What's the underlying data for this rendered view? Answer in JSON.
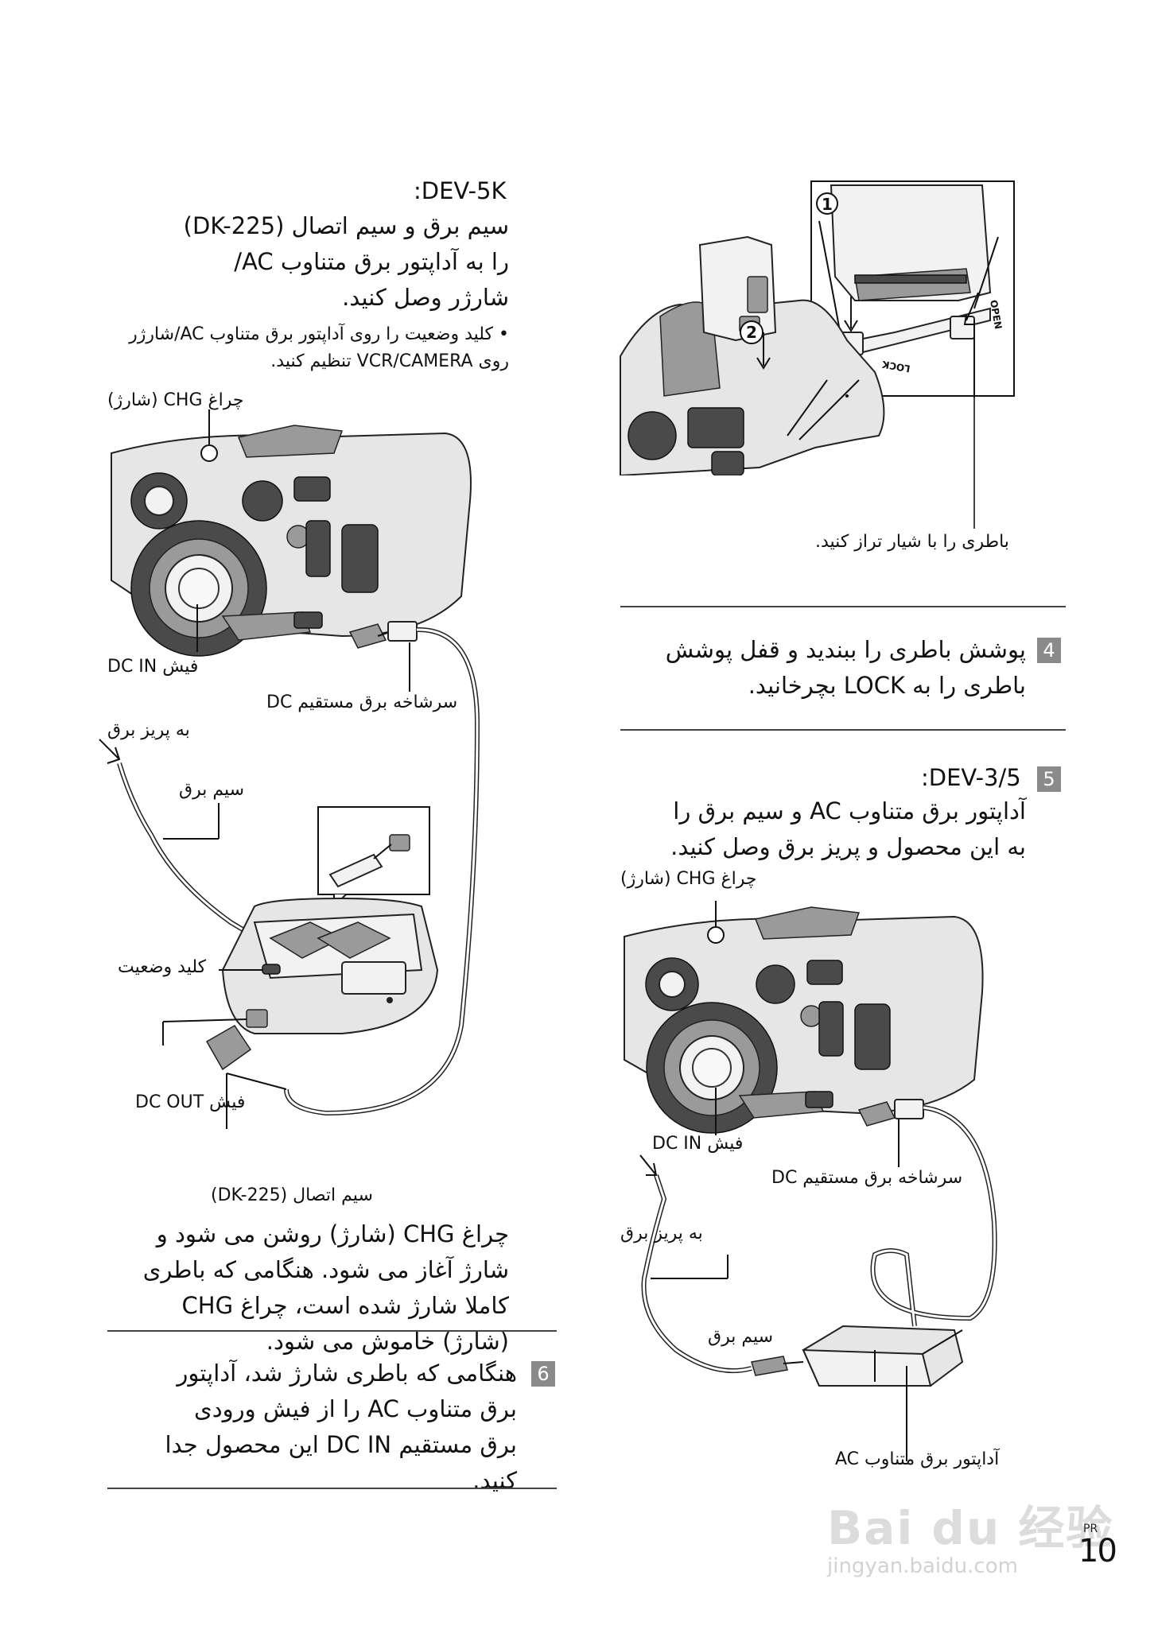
{
  "left_column": {
    "model_heading": ":DEV-5K",
    "para1": "سیم برق و سیم اتصال (DK-225) را به آداپتور برق متناوب AC/شارژر وصل کنید.",
    "bullet": "کلید وضعیت را روی آداپتور برق متناوب AC/شارژر روی VCR/CAMERA تنظیم کنید.",
    "labels": {
      "chg_lamp": "چراغ CHG (شارژ)",
      "dc_in_jack": "فیش DC IN",
      "dc_plug": "سرشاخه برق مستقیم DC",
      "to_outlet": "به پریز برق",
      "power_cord": "سیم برق",
      "mode_switch": "کلید وضعیت",
      "dc_out_jack": "فیش DC OUT",
      "connecting_cable": "سیم اتصال (DK-225)"
    },
    "para2": "چراغ CHG (شارژ) روشن می شود و شارژ آغاز می شود. هنگامی که باطری کاملا شارژ شده است، چراغ CHG (شارژ) خاموش می شود.",
    "step6_number": "6",
    "step6_text": "هنگامی که باطری شارژ شد، آداپتور برق متناوب AC را از فیش ورودی برق مستقیم DC IN این محصول جدا کنید."
  },
  "right_column": {
    "battery_label": "باطری را با شیار تراز کنید.",
    "callout_1": "1",
    "callout_2": "2",
    "open_label": "OPEN",
    "lock_label": "LOCK",
    "step4_number": "4",
    "step4_text": "پوشش باطری را ببندید و قفل پوشش باطری را به LOCK بچرخانید.",
    "step5_number": "5",
    "step5_heading": ":DEV-3/5",
    "step5_text": "آداپتور برق متناوب AC و سیم برق را به این محصول و پریز برق وصل کنید.",
    "labels": {
      "chg_lamp": "چراغ CHG (شارژ)",
      "dc_in_jack": "فیش DC IN",
      "dc_plug": "سرشاخه برق مستقیم DC",
      "to_outlet": "به پریز برق",
      "power_cord": "سیم برق",
      "ac_adaptor": "آداپتور برق متناوب AC"
    }
  },
  "footer": {
    "watermark_main": "Bai du 经验",
    "watermark_sub": "jingyan.baidu.com",
    "lang_code": "PR",
    "page_number": "10"
  }
}
